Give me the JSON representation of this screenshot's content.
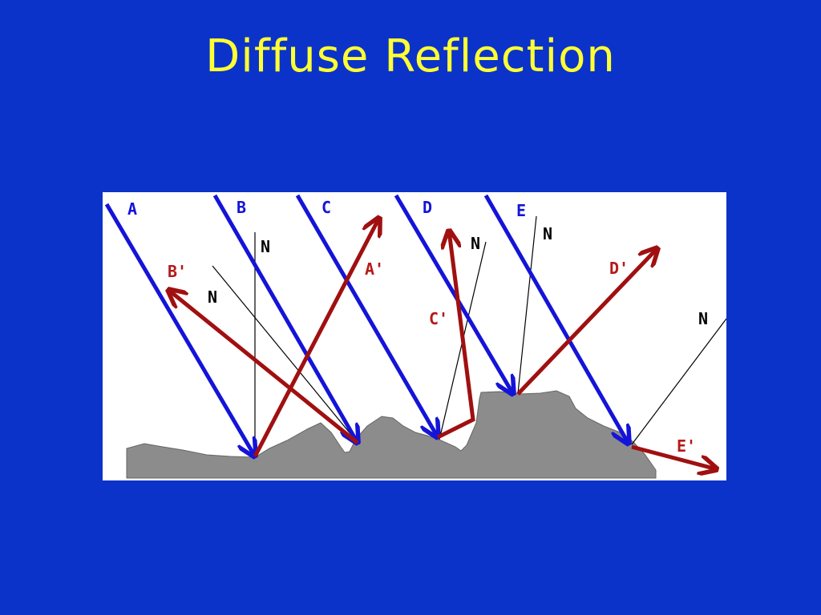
{
  "slide": {
    "title": "Diffuse Reflection"
  },
  "diagram": {
    "colors": {
      "background": "#0b33c9",
      "title": "#ffff33",
      "incident_ray": "#1414d8",
      "reflected_ray": "#a01010",
      "surface": "#8c8c8c",
      "normal": "#000000"
    },
    "incident_labels": {
      "a": "A",
      "b": "B",
      "c": "C",
      "d": "D",
      "e": "E"
    },
    "reflected_labels": {
      "a": "A'",
      "b": "B'",
      "c": "C'",
      "d": "D'",
      "e": "E'"
    },
    "normal_label": "N"
  }
}
